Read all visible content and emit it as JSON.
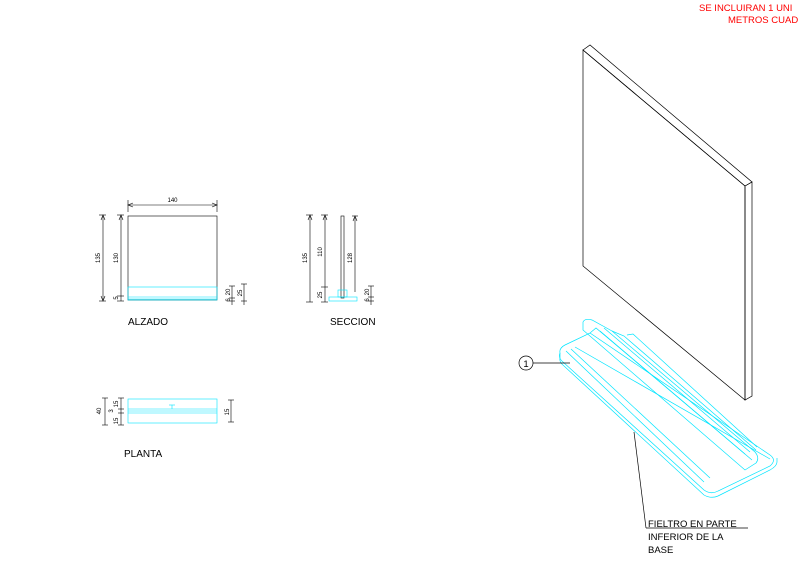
{
  "note": {
    "line1": "SE INCLUIRAN 1 UNI",
    "line2": "METROS CUAD"
  },
  "views": {
    "alzado": {
      "label": "ALZADO",
      "dim_width": "140",
      "dim_total_height": "135",
      "dim_panel_height": "130",
      "dim_bottom": "5",
      "dim_base_small": "6",
      "dim_base_height": "20",
      "dim_base_total": "25"
    },
    "seccion": {
      "label": "SECCION",
      "dim_total_height": "135",
      "dim_mid_height": "110",
      "dim_bottom": "25",
      "dim_panel_height": "128",
      "dim_base_small": "6",
      "dim_base_height": "20"
    },
    "planta": {
      "label": "PLANTA",
      "dim_depth": "40",
      "dim_top": "15",
      "dim_bottom": "15",
      "dim_small": "3",
      "dim_right": "15"
    }
  },
  "callout": {
    "number": "1",
    "line1": "FIELTRO EN PARTE",
    "line2": "INFERIOR DE LA",
    "line3": "BASE"
  },
  "colors": {
    "line": "#000000",
    "base": "#00e5ff",
    "note": "#ff0000"
  }
}
